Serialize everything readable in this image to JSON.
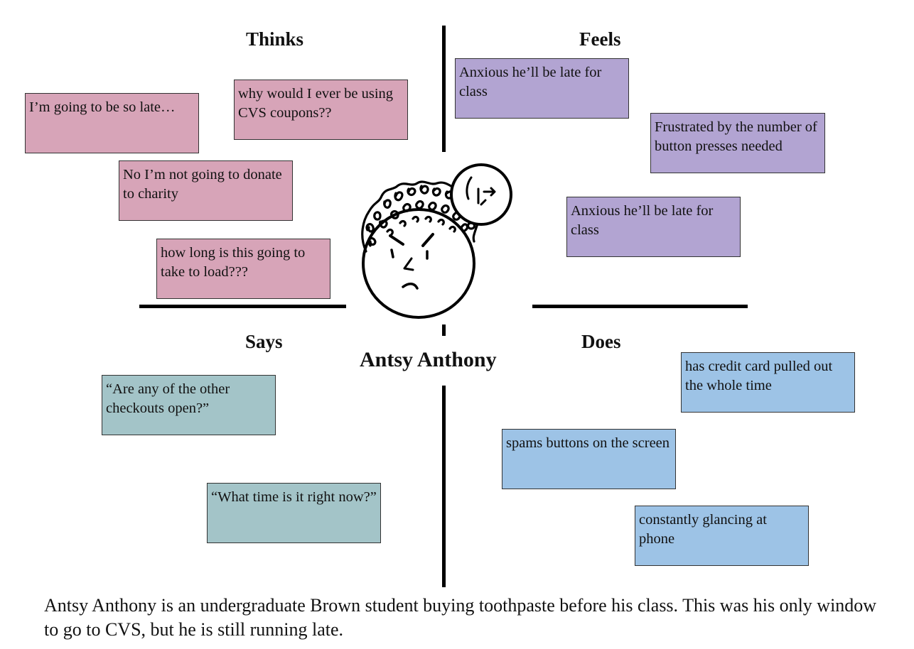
{
  "quadrants": {
    "thinks": {
      "title": "Thinks",
      "notes": [
        "I’m going to be so late…",
        "why would I ever be using CVS coupons??",
        "No I’m not going to donate to charity",
        "how long is this going to take to load???"
      ]
    },
    "feels": {
      "title": "Feels",
      "notes": [
        "Anxious he’ll be late for class",
        "Frustrated by the number of button presses needed",
        "Anxious he’ll be late for class"
      ]
    },
    "says": {
      "title": "Says",
      "notes": [
        "“Are any of the other checkouts open?”",
        "“What time is it right now?”"
      ]
    },
    "does": {
      "title": "Does",
      "notes": [
        "has credit card pulled out the whole time",
        "spams buttons on the screen",
        "constantly glancing at phone"
      ]
    }
  },
  "persona": {
    "name": "Antsy Anthony",
    "description": "Antsy Anthony is an undergraduate Brown student buying toothpaste before his class. This was his only window to go to CVS, but he is still running late."
  },
  "colors": {
    "thinks": "#d7a4b8",
    "feels": "#b2a4d2",
    "says": "#a3c4c8",
    "does": "#9dc3e6"
  }
}
